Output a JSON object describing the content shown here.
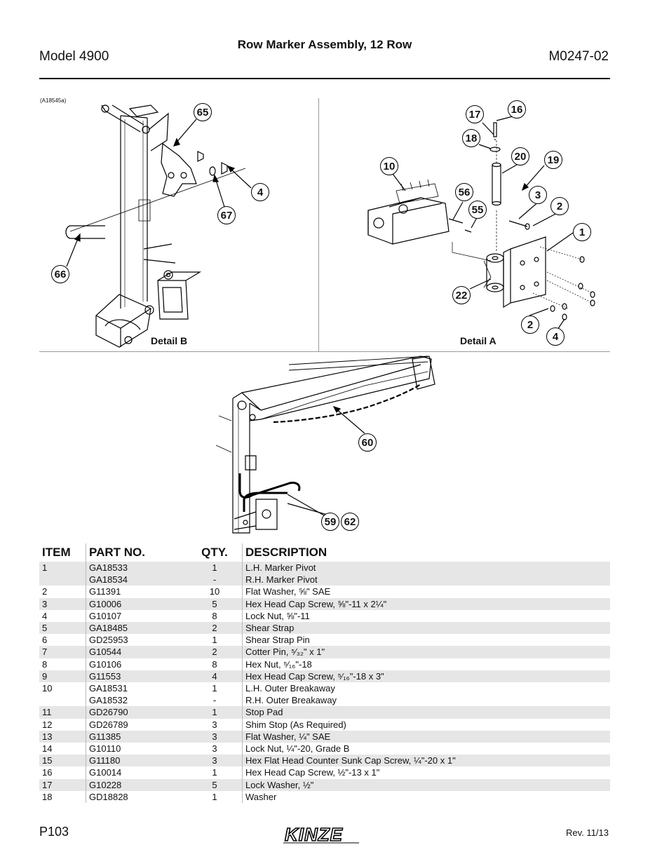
{
  "header": {
    "model": "Model 4900",
    "title": "Row Marker Assembly, 12 Row",
    "doc_number": "M0247-02"
  },
  "figure": {
    "reference": "(A18545a)",
    "detail_b_label": "Detail B",
    "detail_a_label": "Detail A",
    "callouts_detail_b": [
      "65",
      "4",
      "67",
      "66"
    ],
    "callouts_detail_a": [
      "17",
      "16",
      "18",
      "20",
      "19",
      "10",
      "56",
      "55",
      "3",
      "2",
      "1",
      "22",
      "2",
      "4"
    ],
    "callouts_main": [
      "60",
      "59",
      "62"
    ]
  },
  "table": {
    "headers": [
      "ITEM",
      "PART NO.",
      "QTY.",
      "DESCRIPTION"
    ],
    "rows": [
      {
        "item": "1",
        "parts": [
          "GA18533",
          "GA18534"
        ],
        "qty": [
          "1",
          "-"
        ],
        "desc": [
          "L.H. Marker Pivot",
          "R.H. Marker Pivot"
        ]
      },
      {
        "item": "2",
        "parts": [
          "G11391"
        ],
        "qty": [
          "10"
        ],
        "desc": [
          "Flat Washer, ⅝\" SAE"
        ]
      },
      {
        "item": "3",
        "parts": [
          "G10006"
        ],
        "qty": [
          "5"
        ],
        "desc": [
          "Hex Head Cap Screw, ⅝\"-11 x 2¼\""
        ]
      },
      {
        "item": "4",
        "parts": [
          "G10107"
        ],
        "qty": [
          "8"
        ],
        "desc": [
          "Lock Nut, ⅝\"-11"
        ]
      },
      {
        "item": "5",
        "parts": [
          "GA18485"
        ],
        "qty": [
          "2"
        ],
        "desc": [
          "Shear Strap"
        ]
      },
      {
        "item": "6",
        "parts": [
          "GD25953"
        ],
        "qty": [
          "1"
        ],
        "desc": [
          "Shear Strap Pin"
        ]
      },
      {
        "item": "7",
        "parts": [
          "G10544"
        ],
        "qty": [
          "2"
        ],
        "desc": [
          "Cotter Pin, ⁵⁄₃₂\" x 1\""
        ]
      },
      {
        "item": "8",
        "parts": [
          "G10106"
        ],
        "qty": [
          "8"
        ],
        "desc": [
          "Hex Nut, ⁵⁄₁₆\"-18"
        ]
      },
      {
        "item": "9",
        "parts": [
          "G11553"
        ],
        "qty": [
          "4"
        ],
        "desc": [
          "Hex Head Cap Screw, ⁵⁄₁₆\"-18 x 3\""
        ]
      },
      {
        "item": "10",
        "parts": [
          "GA18531",
          "GA18532"
        ],
        "qty": [
          "1",
          "-"
        ],
        "desc": [
          "L.H. Outer Breakaway",
          "R.H. Outer Breakaway"
        ]
      },
      {
        "item": "11",
        "parts": [
          "GD26790"
        ],
        "qty": [
          "1"
        ],
        "desc": [
          "Stop Pad"
        ]
      },
      {
        "item": "12",
        "parts": [
          "GD26789"
        ],
        "qty": [
          "3"
        ],
        "desc": [
          "Shim Stop (As Required)"
        ]
      },
      {
        "item": "13",
        "parts": [
          "G11385"
        ],
        "qty": [
          "3"
        ],
        "desc": [
          "Flat Washer, ¼\" SAE"
        ]
      },
      {
        "item": "14",
        "parts": [
          "G10110"
        ],
        "qty": [
          "3"
        ],
        "desc": [
          "Lock Nut, ¼\"-20, Grade B"
        ]
      },
      {
        "item": "15",
        "parts": [
          "G11180"
        ],
        "qty": [
          "3"
        ],
        "desc": [
          "Hex Flat Head Counter Sunk Cap Screw, ¼\"-20 x 1\""
        ]
      },
      {
        "item": "16",
        "parts": [
          "G10014"
        ],
        "qty": [
          "1"
        ],
        "desc": [
          "Hex Head Cap Screw, ½\"-13 x 1\""
        ]
      },
      {
        "item": "17",
        "parts": [
          "G10228"
        ],
        "qty": [
          "5"
        ],
        "desc": [
          "Lock Washer, ½\""
        ]
      },
      {
        "item": "18",
        "parts": [
          "GD18828"
        ],
        "qty": [
          "1"
        ],
        "desc": [
          "Washer"
        ]
      }
    ]
  },
  "footer": {
    "page": "P103",
    "brand": "KINZE",
    "revision": "Rev. 11/13"
  }
}
